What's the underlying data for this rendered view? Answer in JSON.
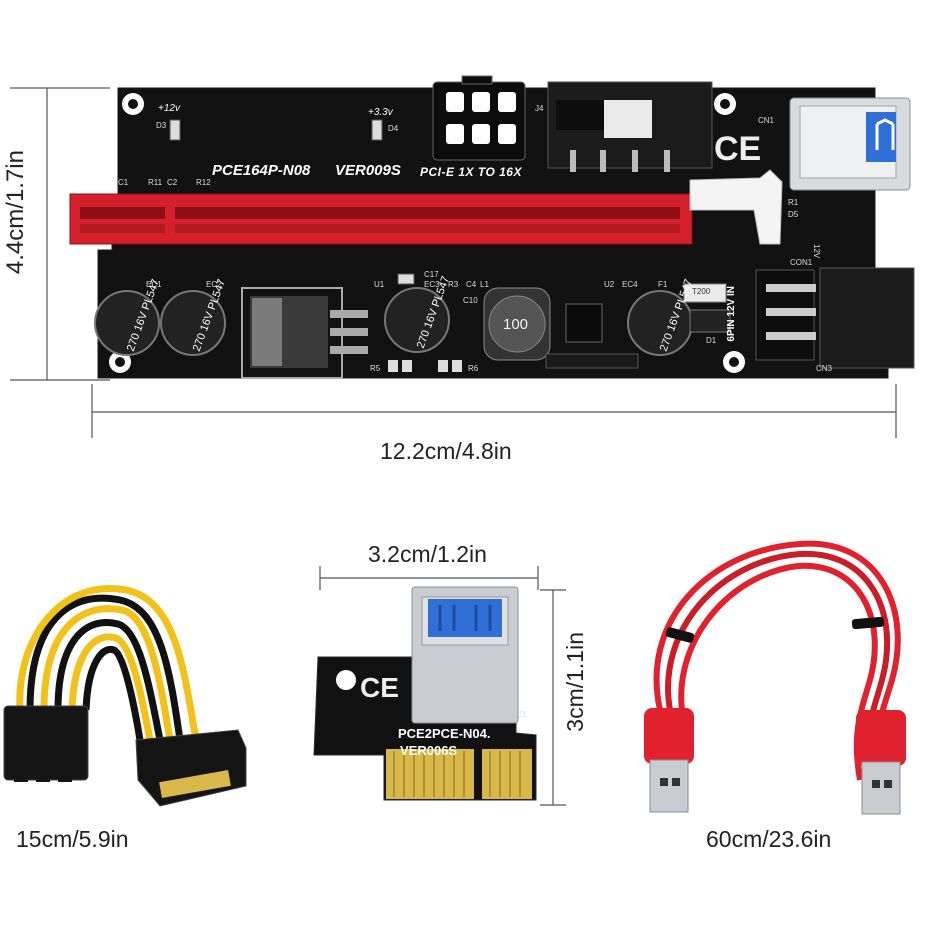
{
  "dimensions": {
    "board_height": "4.4cm/1.7in",
    "board_width": "12.2cm/4.8in",
    "adapter_width": "3.2cm/1.2in",
    "adapter_height": "3cm/1.1in",
    "power_cable_length": "15cm/5.9in",
    "usb_cable_length": "60cm/23.6in"
  },
  "riser_board": {
    "model": "PCE164P-N08",
    "version": "VER009S",
    "pcie_label": "PCI-E 1X TO 16X",
    "power_label": "6PIN 12V IN",
    "led_12v": "+12v",
    "led_33v": "+3.3v",
    "capacitor_text": [
      "270",
      "16V",
      "PL547"
    ],
    "inductor_text": "100",
    "silkscreen": [
      "D3",
      "D4",
      "J4",
      "CN1",
      "C1",
      "R11",
      "C2",
      "R12",
      "EC1",
      "EC2",
      "U1",
      "C17",
      "EC3",
      "R3",
      "C4",
      "L1",
      "C10",
      "U2",
      "EC4",
      "F1",
      "R5",
      "R6",
      "D1",
      "CN3",
      "CON1",
      "R1",
      "D5",
      "12V",
      "T200"
    ]
  },
  "adapter_board": {
    "model": "PCE2PCE-N04.",
    "version": "VER006S",
    "label_j1": "J1"
  },
  "colors": {
    "pcb": "#111111",
    "slot_red": "#d4202a",
    "cable_red": "#e0222e",
    "silver": "#c9ccd0",
    "usb_blue": "#2f6fd6",
    "gold": "#d8b84a",
    "wire_yellow": "#f2c21a"
  }
}
